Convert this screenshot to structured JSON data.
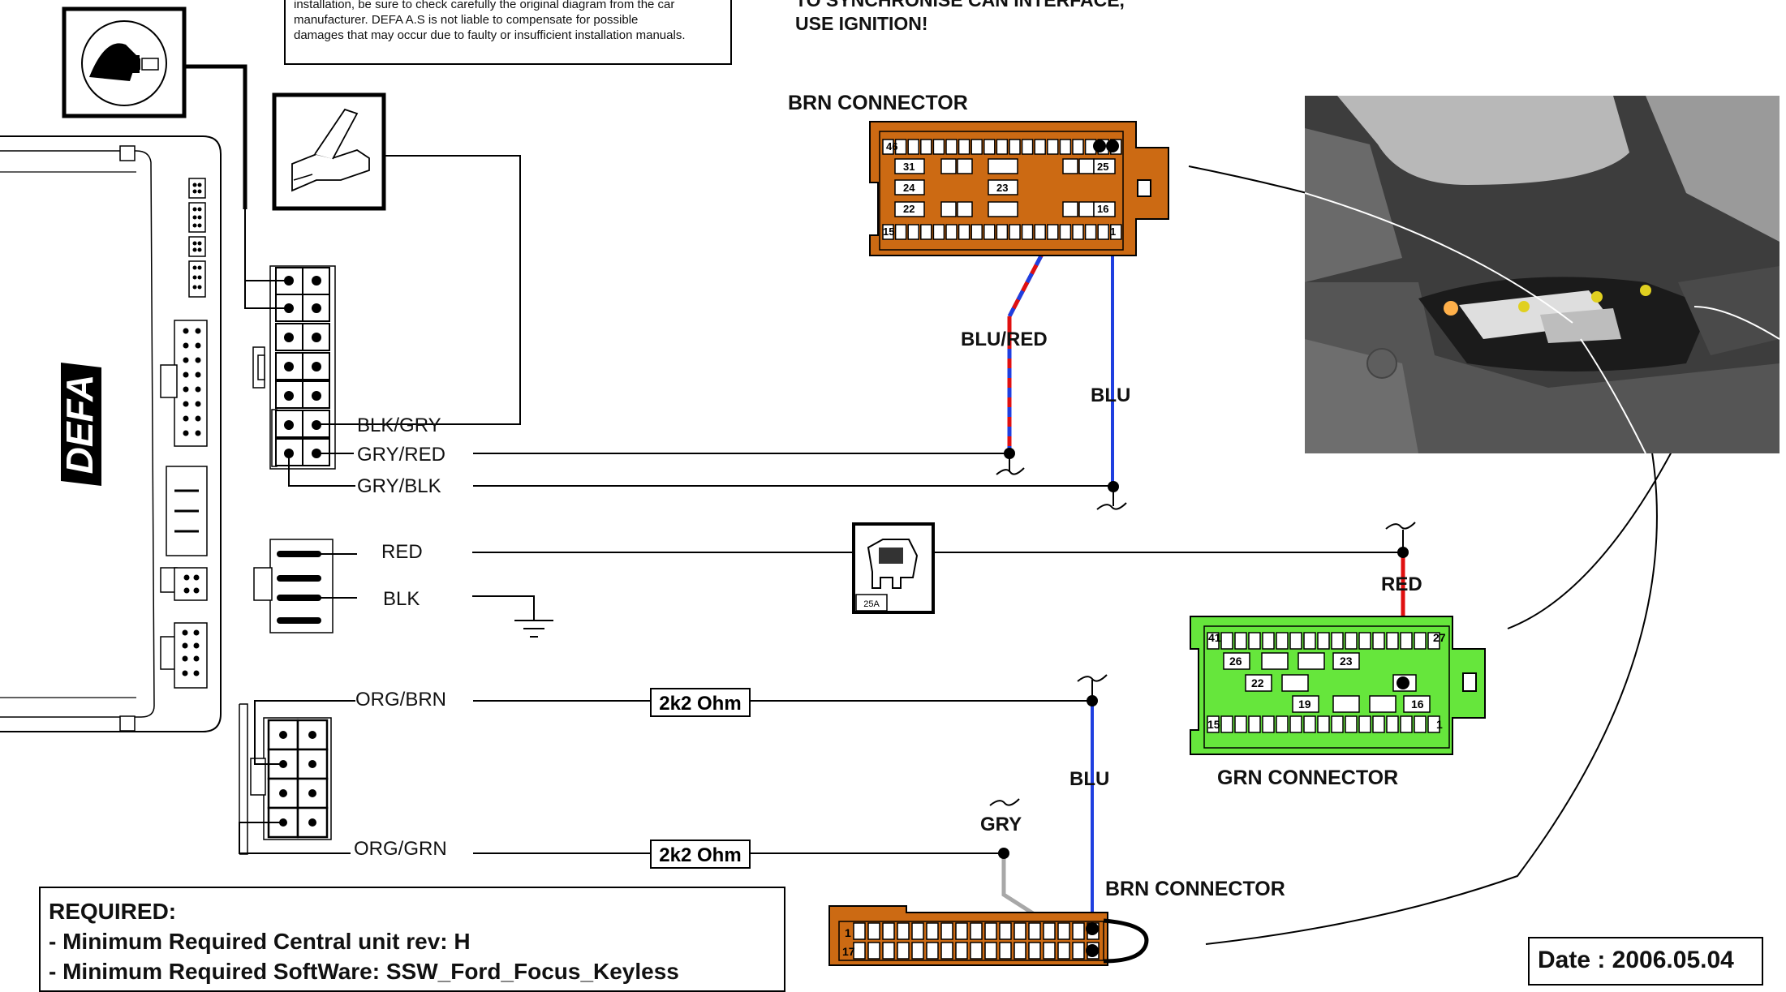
{
  "disclaimer": {
    "lines": [
      "installation, be sure to check carefully the original diagram from the car",
      "manufacturer. DEFA  A.S is not liable to compensate  for possible",
      "damages that may occur due to faulty or insufficient installation manuals."
    ]
  },
  "sync_note": {
    "line1": "TO SYNCHRONISE CAN INTERFACE,",
    "line2": "USE IGNITION!"
  },
  "central_unit": {
    "logo_text": "DEFA"
  },
  "wires": {
    "blk_gry": "BLK/GRY",
    "gry_red": "GRY/RED",
    "gry_blk": "GRY/BLK",
    "red": "RED",
    "blk": "BLK",
    "org_brn": "ORG/BRN",
    "org_grn": "ORG/GRN",
    "blu_red": "BLU/RED",
    "blu_top": "BLU",
    "red_grn": "RED",
    "blu_bottom": "BLU",
    "gry_bottom": "GRY"
  },
  "fuse": {
    "rating": "25A"
  },
  "resistors": {
    "r1": "2k2 Ohm",
    "r2": "2k2 Ohm"
  },
  "connectors": {
    "brn_top": {
      "title": "BRN CONNECTOR",
      "pins": {
        "p46": "46",
        "p31": "31",
        "p24": "24",
        "p22": "22",
        "p15": "15",
        "p25": "25",
        "p23": "23",
        "p16": "16",
        "p1": "1"
      },
      "color": "#cc6a13"
    },
    "grn": {
      "title": "GRN CONNECTOR",
      "pins": {
        "p41": "41",
        "p27": "27",
        "p26": "26",
        "p23": "23",
        "p22": "22",
        "p19": "19",
        "p16": "16",
        "p15": "15",
        "p1": "1"
      },
      "color": "#66e63c"
    },
    "brn_bottom": {
      "title": "BRN CONNECTOR",
      "pins": {
        "p1": "1",
        "p17": "17"
      },
      "color": "#cc6a13"
    }
  },
  "required": {
    "title": "REQUIRED:",
    "line1": "- Minimum Required Central unit rev: H",
    "line2": "- Minimum Required SoftWare: SSW_Ford_Focus_Keyless"
  },
  "date": {
    "label": "Date : 2006.05.04"
  },
  "colors": {
    "blue_wire": "#1f3fe0",
    "red_wire": "#e01010",
    "gray_wire": "#a8a8a8",
    "brown_connector": "#cc6a13",
    "green_connector": "#66e63c"
  },
  "icons": {
    "ignition": "ignition-key-icon",
    "hood": "hood-switch-icon",
    "fuse": "blade-fuse-icon",
    "ground": "ground-symbol-icon"
  }
}
